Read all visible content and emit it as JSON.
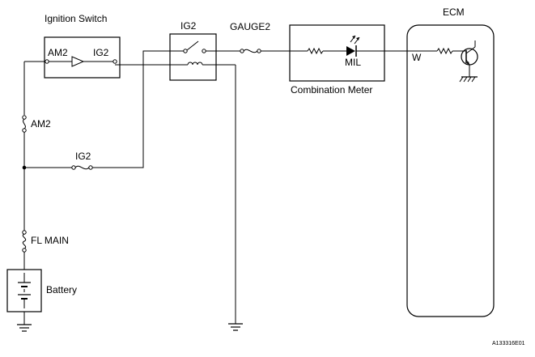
{
  "labels": {
    "ignition_switch": "Ignition Switch",
    "am2_terminal": "AM2",
    "ig2_terminal": "IG2",
    "ig2_relay": "IG2",
    "gauge2_fuse": "GAUGE2",
    "mil": "MIL",
    "combination_meter": "Combination Meter",
    "ecm": "ECM",
    "w_terminal": "W",
    "am2_fuse": "AM2",
    "ig2_fuse": "IG2",
    "fl_main": "FL MAIN",
    "battery": "Battery",
    "figure_id": "A133316E01"
  }
}
